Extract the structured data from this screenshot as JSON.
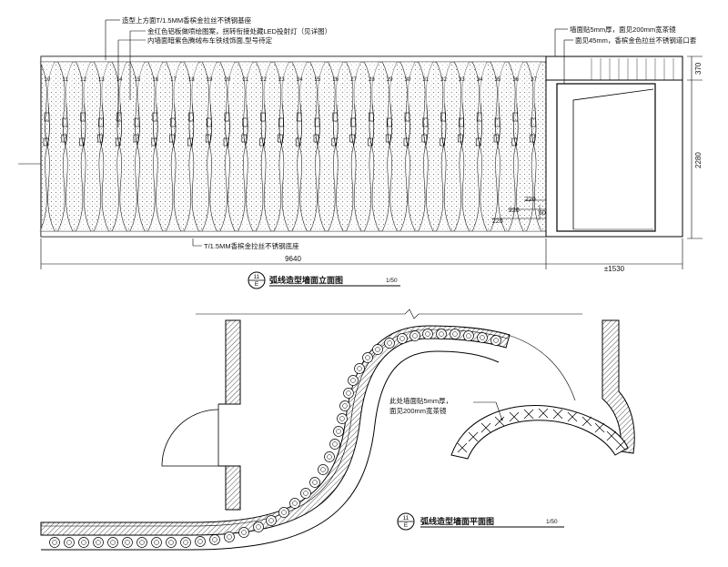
{
  "elevation": {
    "notes": [
      "造型上方面T/1.5MM香槟金拉丝不锈钢基座",
      "金红色铝板做喷绘图案，拐转衔接处藏LED投射灯（见详图）",
      "内墙面暗紫色腾绒布车铁线饰面,型号待定",
      "墙面贴5mm厚，面见200mm宽茶镜",
      "面见45mm，香槟金色拉丝不锈钢道口套",
      "T/1.5MM香槟金拉丝不锈钢底座"
    ],
    "panel_numbers": [
      "10",
      "11",
      "12",
      "13",
      "14",
      "15",
      "16",
      "17",
      "18",
      "19",
      "20",
      "21",
      "22",
      "23",
      "24",
      "25",
      "26",
      "27",
      "28",
      "29",
      "30",
      "31",
      "32",
      "33",
      "34",
      "35",
      "36",
      "37"
    ],
    "dims": {
      "total_width": "9640",
      "door_width": "±1530",
      "top_band": "370",
      "height": "2280",
      "d220_a": "220",
      "d220_b": "220",
      "d220_c": "220",
      "d60": "60"
    },
    "title": "弧线造型墙面立面图",
    "scale": "1/50",
    "badge_top": "11",
    "badge_bottom": "E"
  },
  "plan": {
    "note_line1": "此处墙面贴5mm厚，",
    "note_line2": "面见200mm宽茶镜",
    "title": "弧线造型墙面平面图",
    "scale": "1/50",
    "badge_top": "11",
    "badge_bottom": "E"
  }
}
